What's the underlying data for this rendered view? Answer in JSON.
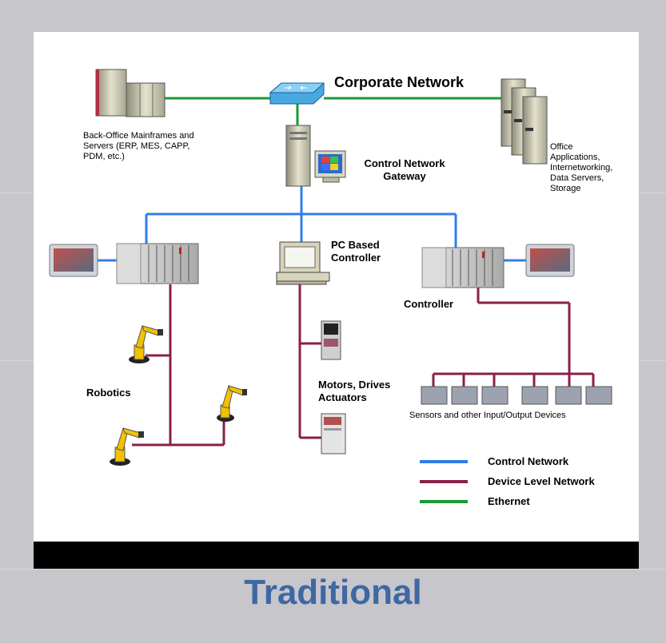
{
  "title": "Traditional",
  "labels": {
    "corporate_network": "Corporate Network",
    "back_office": [
      "Back-Office Mainframes and",
      "Servers (ERP, MES, CAPP,",
      "PDM, etc.)"
    ],
    "office_apps": [
      "Office",
      "Applications,",
      "Internetworking,",
      "Data Servers,",
      "Storage"
    ],
    "gateway": [
      "Control Network",
      "Gateway"
    ],
    "pc_controller": [
      "PC Based",
      "Controller"
    ],
    "controller": "Controller",
    "robotics": "Robotics",
    "motors": [
      "Motors, Drives",
      "Actuators"
    ],
    "sensors": "Sensors and other Input/Output Devices"
  },
  "legend": [
    {
      "label": "Control Network",
      "color": "#2f7fe8"
    },
    {
      "label": "Device Level Network",
      "color": "#8a1f4a"
    },
    {
      "label": "Ethernet",
      "color": "#1a9a35"
    }
  ],
  "colors": {
    "control_network": "#2f7fe8",
    "device_network": "#8a1f4a",
    "ethernet": "#1a9a35",
    "title": "#3f67a3"
  }
}
